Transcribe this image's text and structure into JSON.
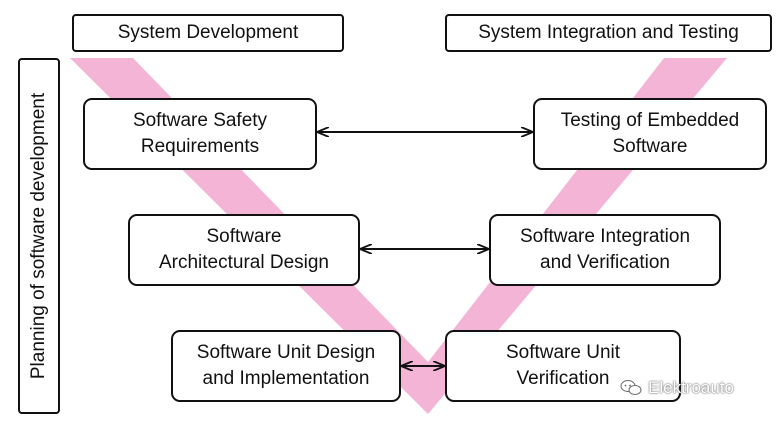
{
  "headers": {
    "system_development": "System Development",
    "system_integration": "System Integration and Testing"
  },
  "side_label": "Planning of software development",
  "left_boxes": [
    "Software Safety\nRequirements",
    "Software\nArchitectural Design",
    "Software Unit Design\nand Implementation"
  ],
  "right_boxes": [
    "Testing of Embedded\nSoftware",
    "Software Integration\nand Verification",
    "Software Unit\nVerification"
  ],
  "watermark": "Elektroauto",
  "colors": {
    "v_shape": "#f4b4d6",
    "stroke": "#111111",
    "background": "#ffffff"
  },
  "icons": {
    "watermark": "chat-bubble-icon",
    "arrow": "double-headed-arrow-icon"
  }
}
